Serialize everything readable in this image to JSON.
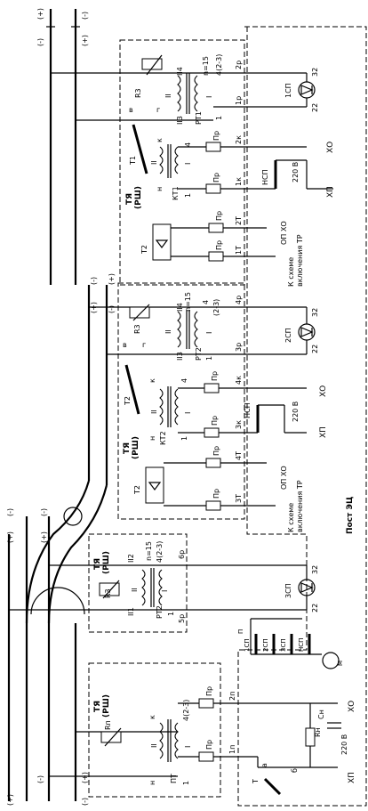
{
  "rails": {
    "minus": "(-)",
    "plus": "(+)"
  },
  "relay_block_1": {
    "title": "ТЯ",
    "subtitle": "(РШ)",
    "resistor": "R3",
    "transformer": "РТ1",
    "ratio": "n=15",
    "winding_ii": "II",
    "winding_i": "I",
    "pin_ii4": "II4",
    "pin_ii3": "II3",
    "pin_4_23": "4(2-3)",
    "pin_1": "1",
    "node_v": "в",
    "node_g": "г",
    "terminal_2r": "2р",
    "terminal_1r": "1р",
    "signal_lamp": "1СП",
    "lamp_pin_32": "32",
    "lamp_pin_22": "22",
    "track_relay": "Т1",
    "kt": "КТ1",
    "k": "к",
    "n": "н",
    "num_4": "4",
    "num_1": "1",
    "fuse": "Пр",
    "terminal_2k": "2к",
    "terminal_1k": "1к",
    "nsp": "НСП",
    "voltage": "220 В",
    "xo": "ХО",
    "xp": "ХП",
    "t2": "Т2",
    "terminal_2t": "2Т",
    "terminal_1t": "1Т",
    "op_xo": "ОП ХО",
    "to_scheme": "К схеме",
    "tr_enable": "включения ТР"
  },
  "relay_block_2": {
    "title": "ТЯ",
    "subtitle": "(РШ)",
    "resistor": "R3",
    "transformer": "РТ2",
    "ratio": "n=15",
    "winding_ii": "II",
    "winding_i": "I",
    "pin_ii4": "II4",
    "pin_ii3": "II3",
    "pin_4": "4",
    "pin_23": "(2-3)",
    "pin_1": "1",
    "node_v": "в",
    "node_g": "г",
    "terminal_4r": "4р",
    "terminal_3r": "3р",
    "signal_lamp": "2СП",
    "lamp_pin_32": "32",
    "lamp_pin_22": "22",
    "track_relay": "Т2",
    "kt": "КТ2",
    "k": "к",
    "n": "н",
    "num_4": "4",
    "num_1": "1",
    "fuse": "Пр",
    "terminal_4k": "4к",
    "terminal_3k": "3к",
    "nsp": "НСП",
    "voltage": "220 В",
    "xo": "ХО",
    "xp": "ХП",
    "t2": "Т2",
    "terminal_4t": "4Т",
    "terminal_3t": "3Т",
    "op_xo": "ОП ХО",
    "to_scheme": "К схеме",
    "tr_enable": "включения ТР"
  },
  "relay_block_3": {
    "title": "ТЯ",
    "subtitle": "(РШ)",
    "resistor": "R3",
    "transformer": "РТ2",
    "ratio": "n=15",
    "winding_ii": "II",
    "winding_i": "I",
    "pin_ii2": "II2",
    "pin_ii1": "II1",
    "pin_4_23": "4(2-3)",
    "pin_1": "1",
    "terminal_6r": "6р",
    "terminal_5r": "5р",
    "signal_lamp": "3СП",
    "lamp_pin_32": "32",
    "lamp_pin_22": "22",
    "post": "Пост ЭЦ"
  },
  "relay_block_4": {
    "title": "ТЯ",
    "subtitle": "(РШ)",
    "resistor": "Rп",
    "transformer": "ПТ",
    "winding_ii": "II",
    "winding_i": "I",
    "k": "к",
    "n": "н",
    "pin_4_23": "4(2-3)",
    "pin_1": "1",
    "fuse": "Пр",
    "terminal_2p": "2п",
    "terminal_1p": "1п",
    "rn": "Rн",
    "cn": "Сн",
    "xo": "ХО",
    "xp": "ХП",
    "voltage": "220 В",
    "t": "Т",
    "a": "а",
    "b": "б"
  },
  "relay_group": {
    "c1": "1СП",
    "c2": "2СП",
    "c3": "3СП",
    "c4": "НСП",
    "p": "П",
    "m": "М"
  }
}
